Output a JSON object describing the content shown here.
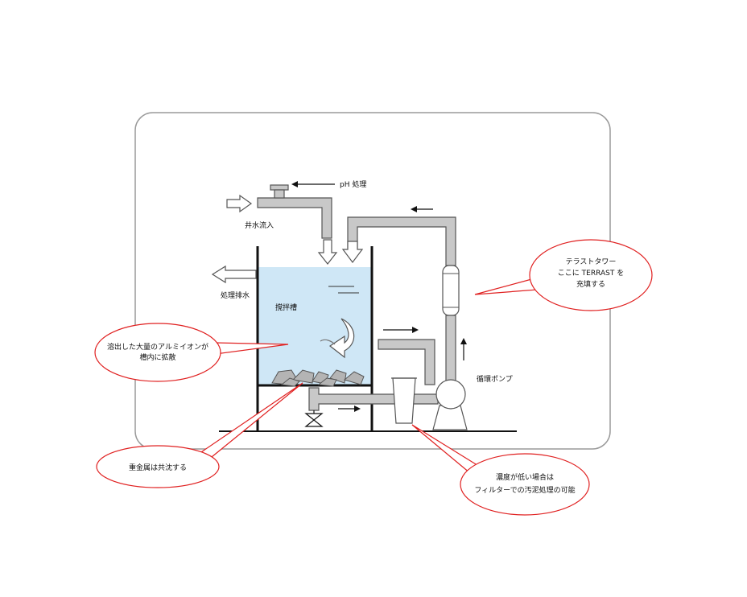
{
  "labels": {
    "ph_treatment": "pH 処理",
    "well_water_inflow": "井水流入",
    "treated_discharge": "処理排水",
    "stirring_tank": "撹拌槽",
    "circulation_pump": "循環ポンプ"
  },
  "callouts": {
    "aluminum": [
      "溶出した大量のアルミイオンが",
      "槽内に拡散"
    ],
    "heavy_metal": [
      "重金属は共沈する"
    ],
    "terrast": [
      "テラストタワー",
      "ここに TERRAST を",
      "充填する"
    ],
    "filter": [
      "濃度が低い場合は",
      "フィルターでの汚泥処理の可能"
    ]
  },
  "colors": {
    "water": "#cfe7f6",
    "pipe_fill": "#c8c8c8",
    "pipe_stroke": "#555555",
    "callout_stroke": "#e02020",
    "frame_stroke": "#999999"
  }
}
